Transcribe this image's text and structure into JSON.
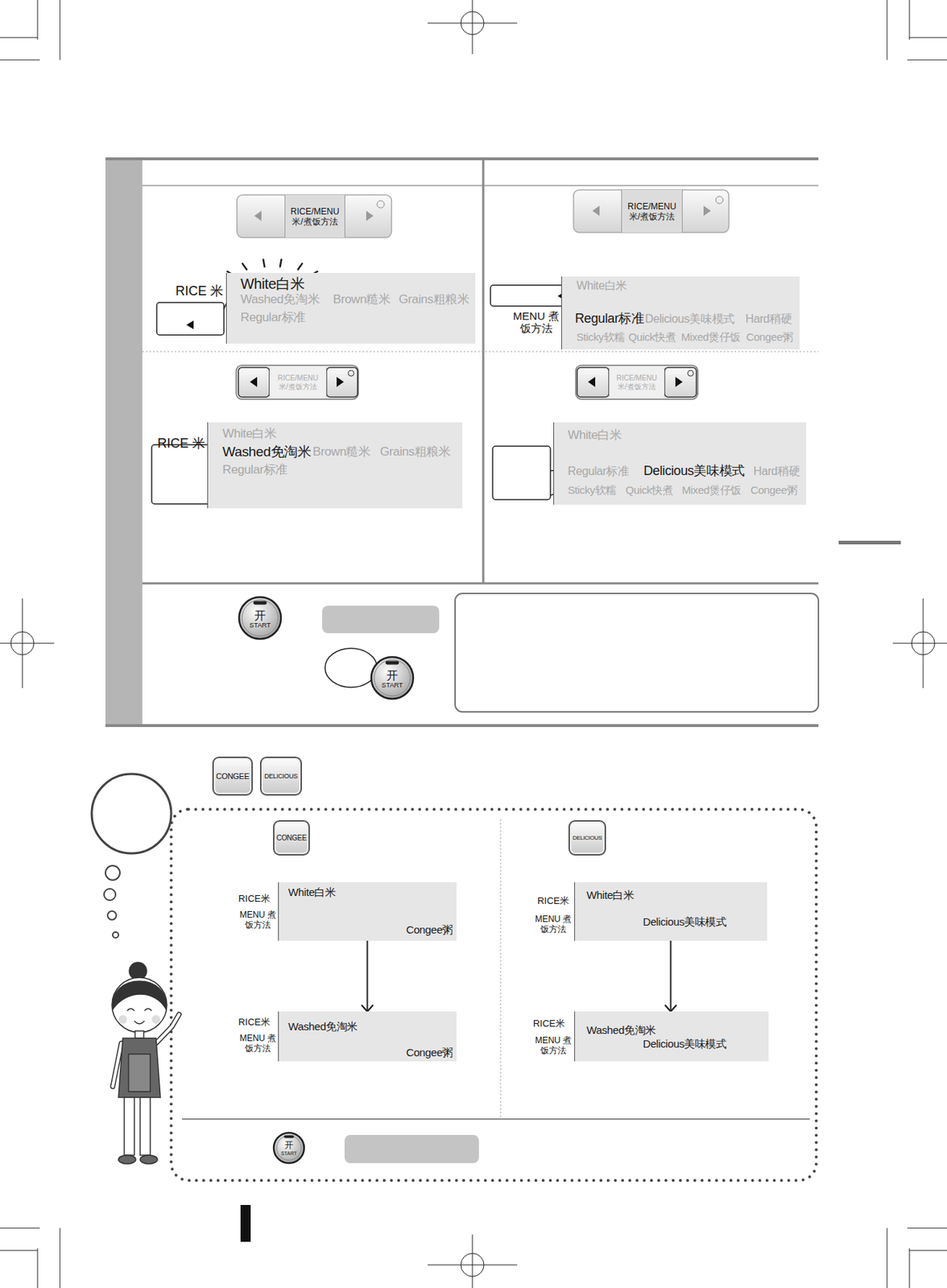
{
  "diagram": {
    "nodes": [
      {
        "text": [
          "RICE/MENU 米/煮饭方法"
        ]
      },
      {
        "text": [
          "White白米",
          "Washed免淘米",
          "Brown糙米",
          "Grains粗粮米",
          "Regular标准"
        ]
      },
      {
        "text": [
          "RICE/MENU 米/煮饭方法"
        ]
      },
      {
        "text": [
          "White白米",
          "Regular标准",
          "Delicious美味模式",
          "Hard稍硬",
          "Sticky软糯",
          "Quick快煮",
          "Mixed煲仔饭",
          "Congee粥"
        ]
      },
      {
        "text": [
          "RICE/MENU 米/煮饭方法"
        ]
      },
      {
        "text": [
          "White白米",
          "Washed免淘米",
          "Brown糙米",
          "Grains粗粮米",
          "Regular标准"
        ]
      },
      {
        "text": [
          "RICE/MENU 米/煮饭方法"
        ]
      },
      {
        "text": [
          "White白米",
          "Regular标准",
          "Delicious美味模式",
          "Hard稍硬",
          "Sticky软糯",
          "Quick快煮",
          "Mixed煲仔饭",
          "Congee粥"
        ]
      },
      {
        "text": [
          "开",
          "START"
        ]
      },
      {
        "text": [
          "开",
          "START"
        ]
      },
      {
        "text": [
          "CONGEE"
        ]
      },
      {
        "text": [
          "DELICIOUS"
        ]
      },
      {
        "text": [
          "CONGEE"
        ]
      },
      {
        "text": [
          "White白米",
          "Congee粥"
        ]
      },
      {
        "text": [
          "Washed免淘米",
          "Congee粥"
        ]
      },
      {
        "text": [
          "DELICIOUS"
        ]
      },
      {
        "text": [
          "White白米",
          "Delicious美味模式"
        ]
      },
      {
        "text": [
          "Washed免淘米",
          "Delicious美味模式"
        ]
      },
      {
        "text": [
          "开",
          "START"
        ]
      }
    ],
    "edges": [
      {
        "from": 13,
        "to": 14,
        "arrow": "to"
      },
      {
        "from": 16,
        "to": 17,
        "arrow": "to"
      }
    ],
    "labels": [
      "RICE 米",
      "MENU 煮饭方法",
      "RICE 米",
      "RICE米",
      "MENU 煮饭方法",
      "RICE米",
      "MENU 煮饭方法",
      "RICE米",
      "MENU 煮饭方法",
      "RICE米",
      "MENU 煮饭方法"
    ]
  }
}
